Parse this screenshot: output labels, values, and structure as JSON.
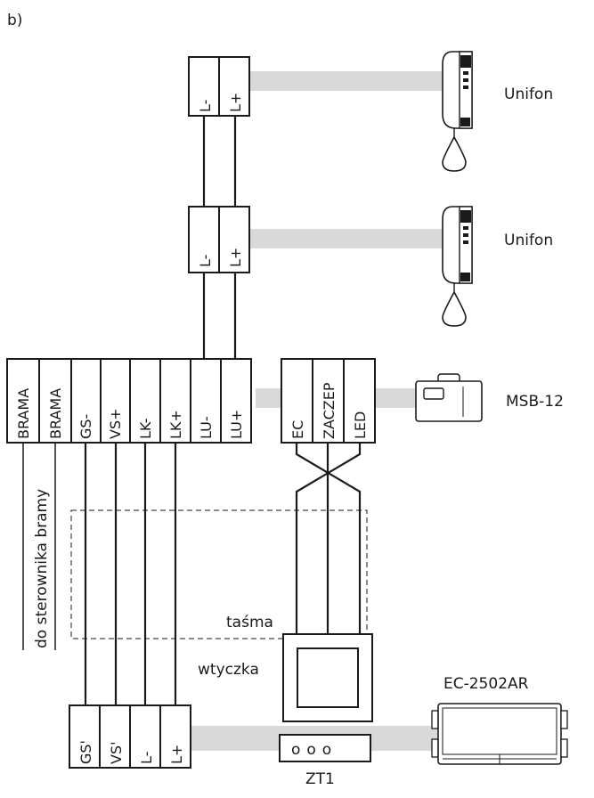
{
  "figure_label": "b)",
  "devices": {
    "unifon_1": "Unifon",
    "unifon_2": "Unifon",
    "msb": "MSB-12",
    "panel": "EC-2502AR"
  },
  "terminals": {
    "top_1": [
      "L-",
      "L+"
    ],
    "top_2": [
      "L-",
      "L+"
    ],
    "main": [
      "BRAMA",
      "BRAMA",
      "GS-",
      "VS+",
      "LK-",
      "LK+",
      "LU-",
      "LU+"
    ],
    "lock": [
      "EC",
      "ZACZEP",
      "LED"
    ],
    "bottom": [
      "GS'",
      "VS'",
      "L-",
      "L+"
    ]
  },
  "labels": {
    "gate_controller": "do sterownika bramy",
    "ribbon": "taśma",
    "plug": "wtyczka",
    "zt1": "ZT1"
  },
  "zt1_pins": "ooo",
  "colors": {
    "line": "#1a1a1a",
    "band": "#d9d9d9",
    "background": "#ffffff"
  }
}
